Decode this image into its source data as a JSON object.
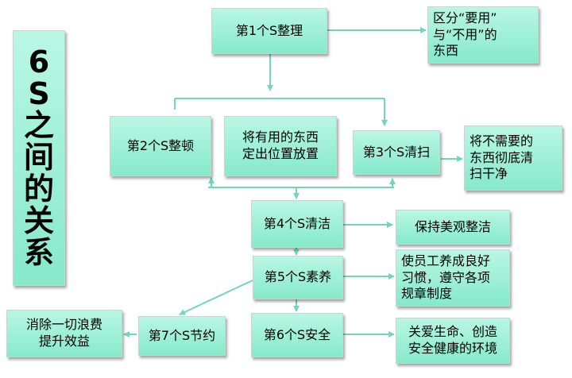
{
  "title": "6S之间的关系",
  "nodes": {
    "s1": "第1个S整理",
    "s1_desc": "区分“要用”\n与“不用”的\n东西",
    "s2": "第2个S整顿",
    "s2_desc": "将有用的东西\n定出位置放置",
    "s3": "第3个S清扫",
    "s3_desc": "将不需要的\n东西彻底清\n扫干净",
    "s4": "第4个S清洁",
    "s4_desc": "保持美观整洁",
    "s5": "第5个S素养",
    "s5_desc": "使员工养成良好\n习惯，遵守各项\n规章制度",
    "s6": "第6个S安全",
    "s6_desc": "关爱生命、创造\n安全健康的环境",
    "s7": "第7个S节约",
    "s7_desc": "消除一切浪费\n提升效益"
  },
  "colors": {
    "box_fill": "#a6f2da",
    "arrow": "#6fd9b6"
  }
}
